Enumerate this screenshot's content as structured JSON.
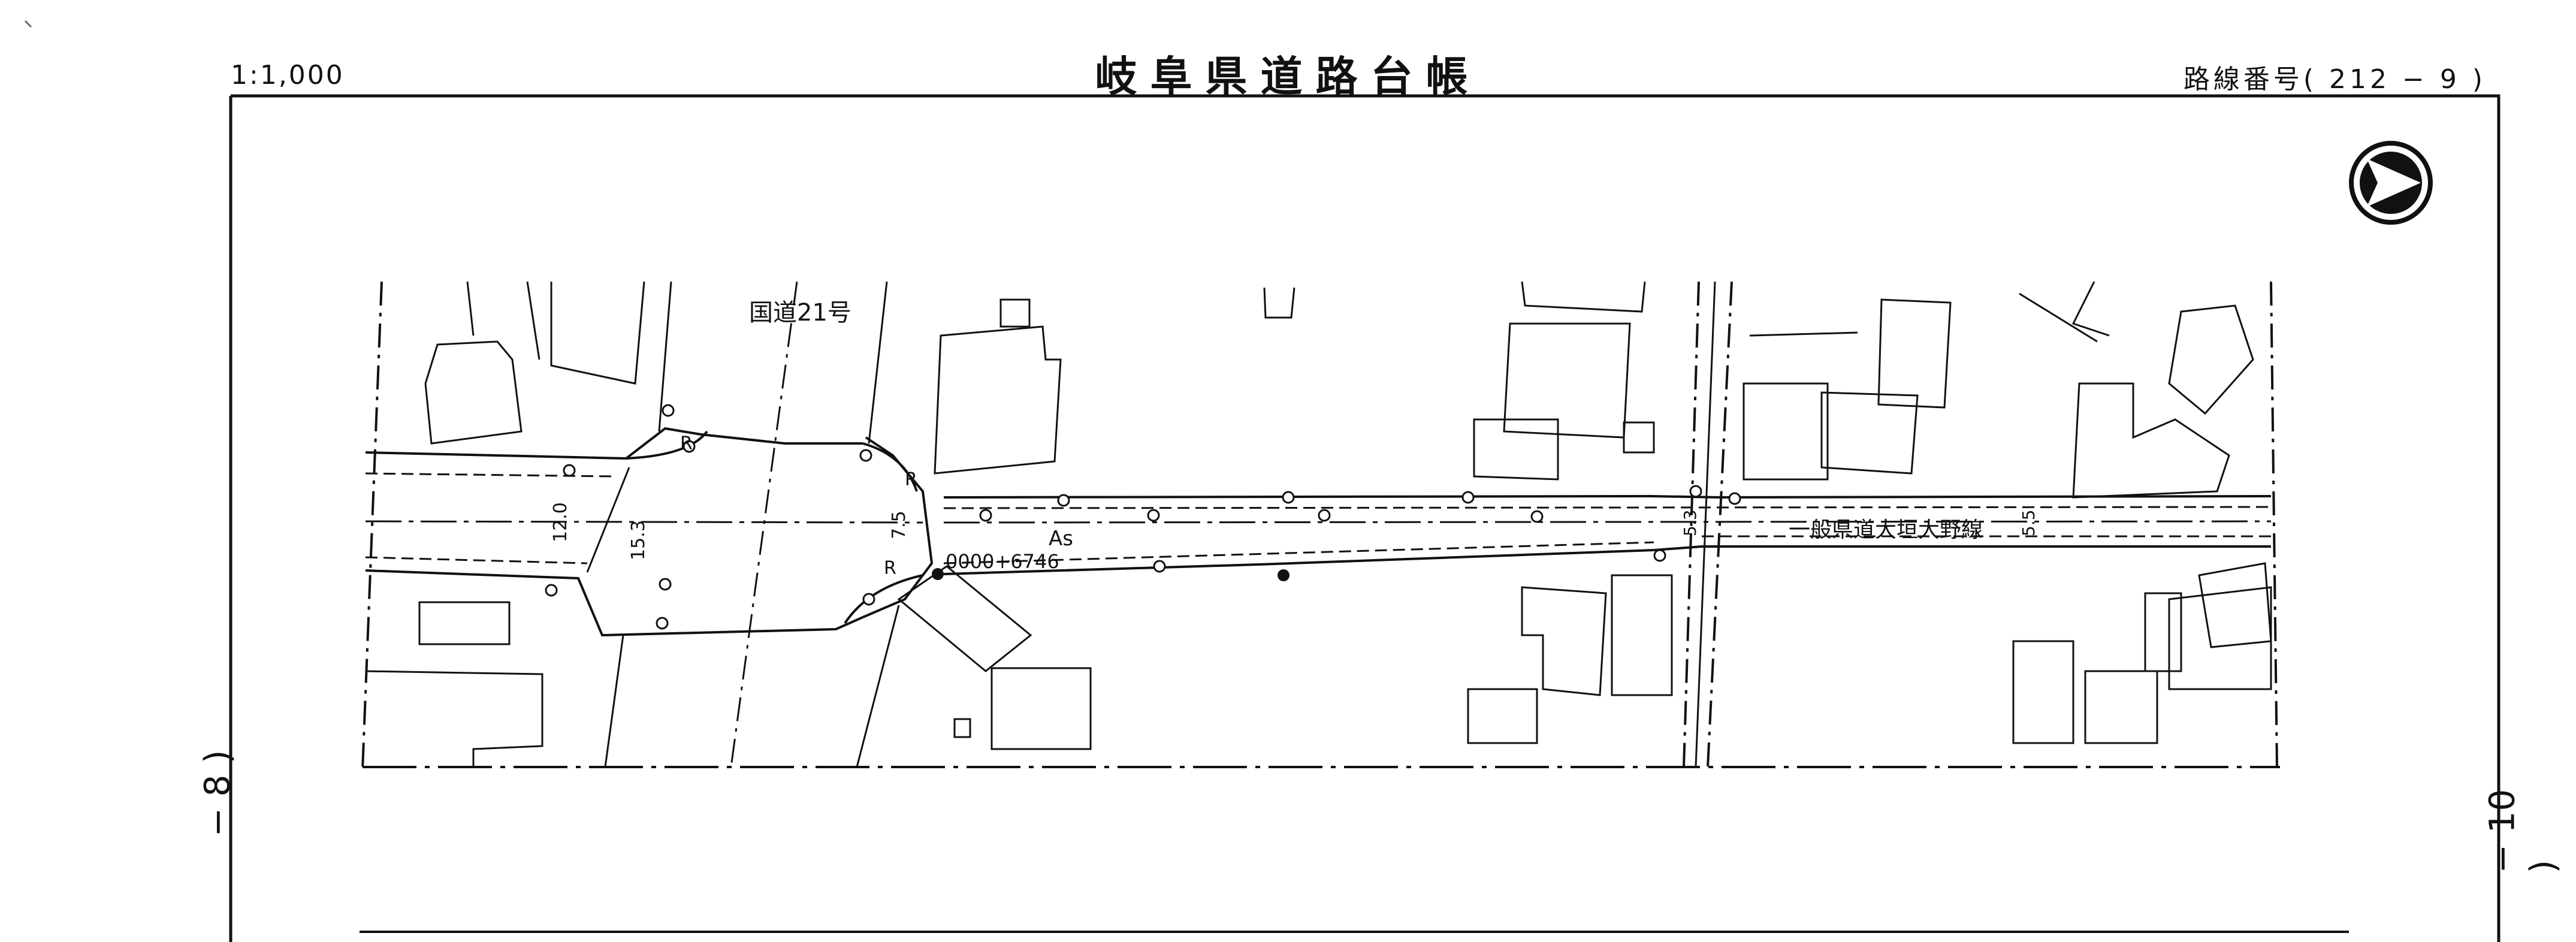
{
  "sheet": {
    "scale_label": "1:1,000",
    "title": "岐阜県道路台帳",
    "route_number": "路線番号( 212 − 9 )",
    "left_sheet_ref": "− 8 )",
    "right_sheet_ref": "− 10 )"
  },
  "map_labels": {
    "national_road": "国道21号",
    "prefectural_road": "一般県道大垣大野線",
    "pavement": "As",
    "kilometer_post": "0000+6746",
    "width_12": "12.0",
    "width_15": "15.3",
    "width_7": "7.5",
    "width_5a": "5.3",
    "width_5b": "5.5",
    "radius_label": "R"
  },
  "icons": {
    "north_arrow": "north-arrow-icon"
  }
}
